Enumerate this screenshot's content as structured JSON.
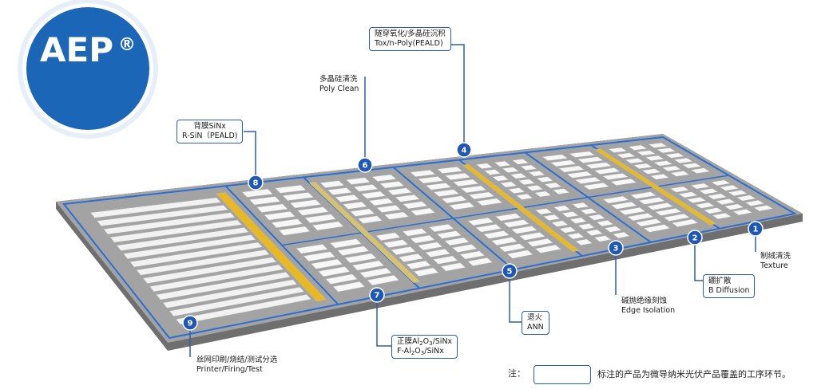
{
  "logo": {
    "text": "AEP",
    "mark": "®"
  },
  "colors": {
    "accent": "#2a5ea8",
    "floor": "#9a9a9a",
    "yellow": "#e8b923",
    "green": "#6aa84f"
  },
  "steps": [
    {
      "num": "1",
      "cn": "制绒清洗",
      "en": "Texture",
      "boxed": false
    },
    {
      "num": "2",
      "cn": "硼扩散",
      "en": "B Diffusion",
      "boxed": true
    },
    {
      "num": "3",
      "cn": "碱抛绝缘刻蚀",
      "en": "Edge Isolation",
      "boxed": false
    },
    {
      "num": "4",
      "cn": "隧穿氧化/多晶硅沉积",
      "en": "Tox/n-Poly(PEALD)",
      "boxed": true
    },
    {
      "num": "5",
      "cn": "退火",
      "en": "ANN",
      "boxed": true
    },
    {
      "num": "6",
      "cn": "多晶硅清洗",
      "en": "Poly Clean",
      "boxed": false
    },
    {
      "num": "7",
      "cn": "正膜",
      "en": "F-Al",
      "boxed": true,
      "cn_suffix": "Al2O3/SiNx",
      "en_suffix": "2O3/SiNx"
    },
    {
      "num": "8",
      "cn": "背膜SiNx",
      "en": "R-SiN（PEALD)",
      "boxed": true
    },
    {
      "num": "9",
      "cn": "丝网印刷/烧结/测试分选",
      "en": "Printer/Firing/Test",
      "boxed": false
    }
  ],
  "note": {
    "prefix": "注：",
    "text": "标注的产品为微导纳米光伏产品覆盖的工序环节。"
  }
}
